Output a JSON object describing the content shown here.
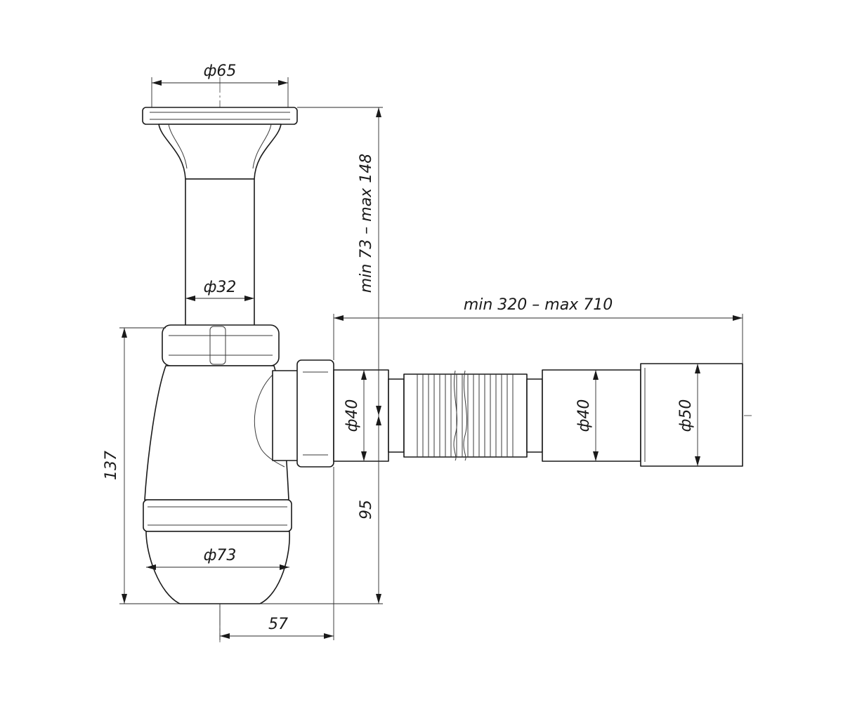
{
  "dimensions": {
    "grate_diameter": "ф65",
    "pipe_diameter": "ф32",
    "bowl_diameter": "ф73",
    "outlet_diameter": "ф40",
    "hose_diameter": "ф40",
    "end_diameter": "ф50",
    "height_adjust": "min 73 – max 148",
    "length_range": "min 320 – max 710",
    "total_height": "137",
    "outlet_height": "95",
    "offset": "57"
  }
}
